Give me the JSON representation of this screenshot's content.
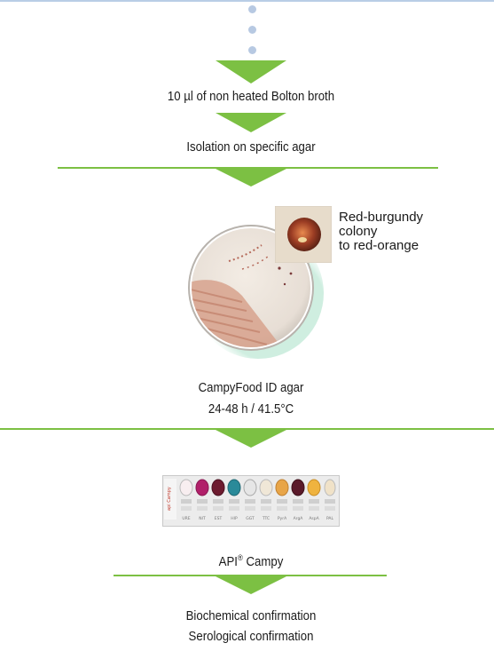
{
  "steps": {
    "broth": "10 µl of non heated Bolton broth",
    "isolation": "Isolation on specific agar",
    "agar_name": "CampyFood ID agar",
    "agar_incubation": "24-48 h / 41.5°C",
    "api_name": "API",
    "api_reg": "®",
    "api_suffix": " Campy",
    "confirm_biochem": "Biochemical confirmation",
    "confirm_sero": "Serological confirmation"
  },
  "colony_callout": [
    "Red-burgundy",
    "colony",
    "to red-orange"
  ],
  "api_strip": {
    "well_labels": [
      "URE",
      "NIT",
      "EST",
      "HIP",
      "GGT",
      "TTC",
      "PyrA",
      "ArgA",
      "AspA",
      "PAL"
    ]
  },
  "colors": {
    "arrow": "#7cc043",
    "line": "#7cc043",
    "dots": "#b7c9e2"
  }
}
